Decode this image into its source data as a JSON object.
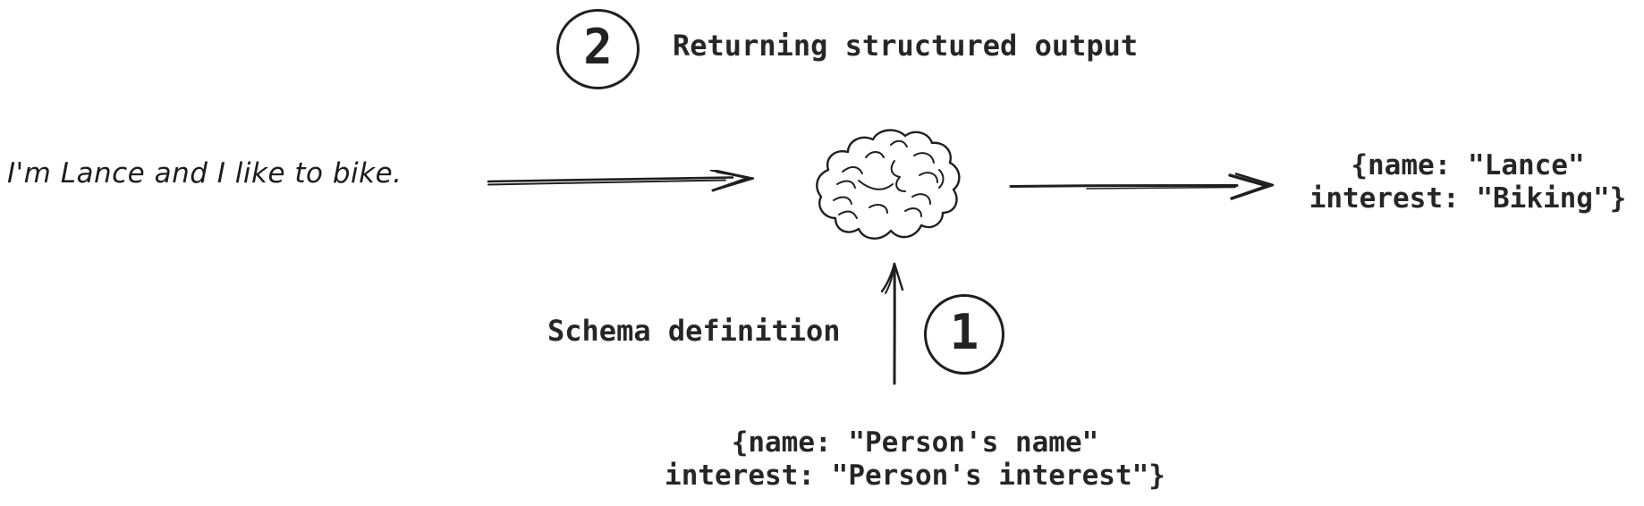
{
  "canvas": {
    "background": "#ffffff",
    "ink": "#1f1f1f"
  },
  "steps": {
    "step2": {
      "number": "2",
      "label": "Returning structured output"
    },
    "step1": {
      "number": "1",
      "label": "Schema definition"
    }
  },
  "input": {
    "text": "I'm Lance and I like to bike."
  },
  "llm": {
    "icon": "brain-icon"
  },
  "output": {
    "line1": "{name: \"Lance\"",
    "line2": "interest: \"Biking\"}"
  },
  "schema": {
    "line1": "{name: \"Person's name\"",
    "line2": "interest: \"Person's interest\"}"
  }
}
